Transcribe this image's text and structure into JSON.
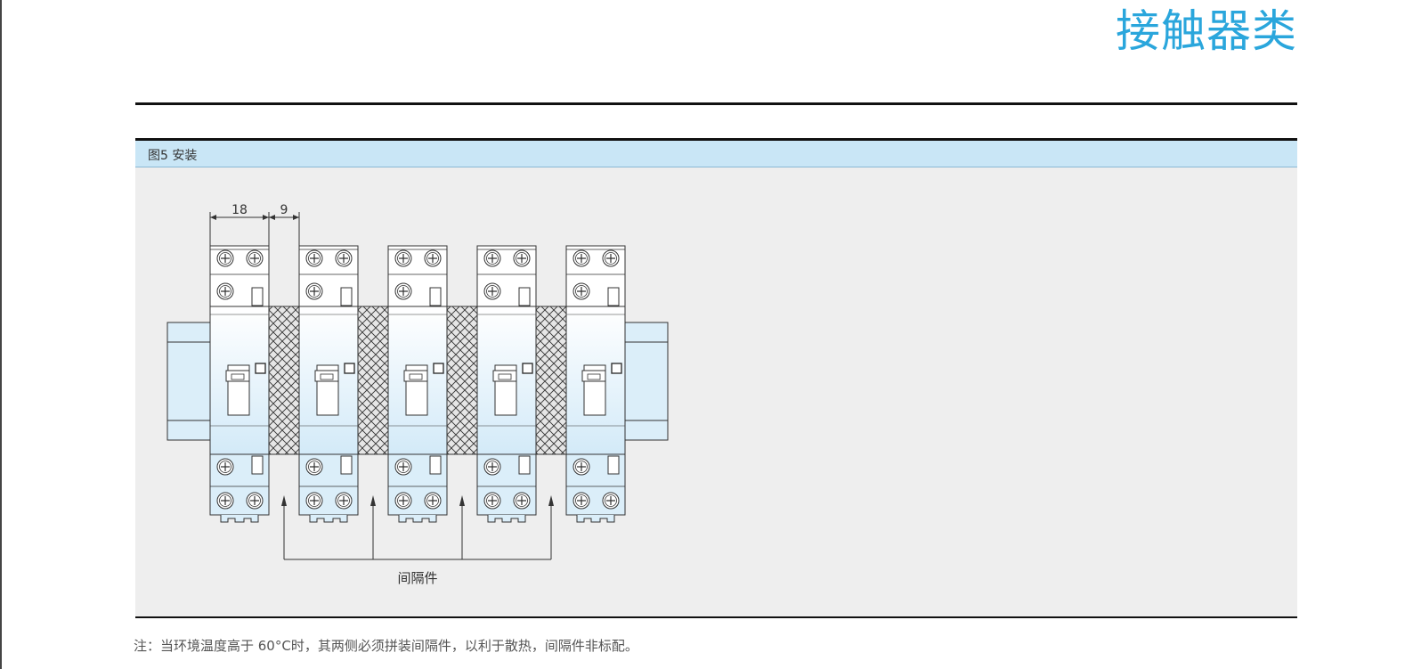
{
  "header": {
    "title": "接触器类"
  },
  "figure": {
    "caption": "图5 安装",
    "dim_module_width": "18",
    "dim_spacer_width": "9",
    "spacer_label": "间隔件",
    "module_count": 5
  },
  "footnote": "注：当环境温度高于 60°C时，其两侧必须拼装间隔件，以利于散热，间隔件非标配。",
  "colors": {
    "title": "#2aa6dc",
    "caption_bar": "#c9e6f6",
    "panel_bg": "#eeeeee",
    "module_fill": "#dbeef9"
  }
}
